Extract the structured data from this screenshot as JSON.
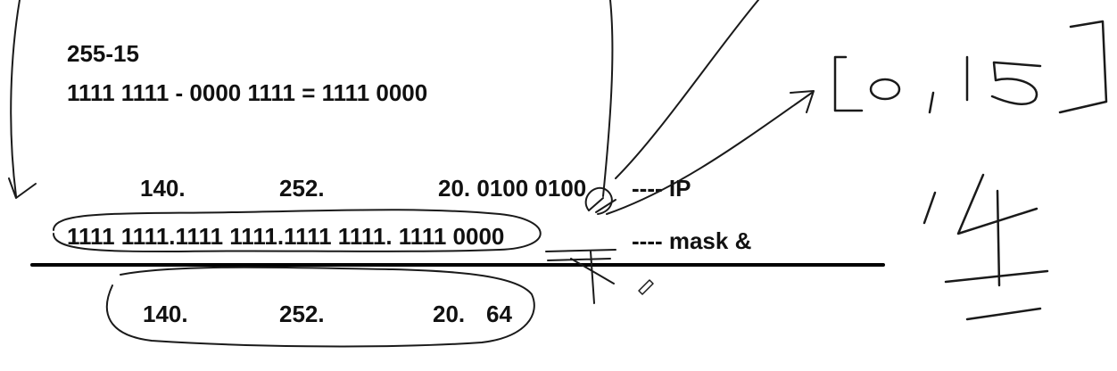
{
  "equation": {
    "line1": "255-15",
    "line2": "1111 1111 - 0000 1111 = 1111 0000"
  },
  "ip_row": {
    "octet1": "140.",
    "octet2": "252.",
    "octet3_and_4": "20. 0100 0100",
    "label": "---- IP"
  },
  "mask_row": {
    "bits": "1111 1111.1111 1111.1111 1111. 1111 0000",
    "label": "---- mask &"
  },
  "result_row": {
    "octet1": "140.",
    "octet2": "252.",
    "octet3": "20.",
    "octet4": "64"
  },
  "handwriting": {
    "range_note": "[0, 15]",
    "count_note": "14",
    "ink_color": "#1a1a1a"
  }
}
